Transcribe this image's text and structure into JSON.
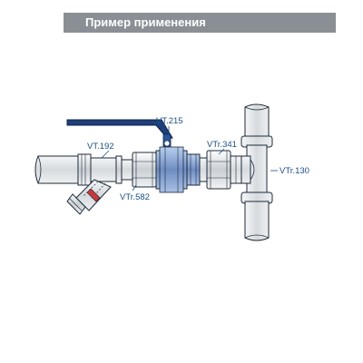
{
  "header": {
    "title": "Пример применения"
  },
  "labels": {
    "vt215": "VT.215",
    "vt192": "VT.192",
    "vtr341": "VTr.341",
    "vtr130": "VTr.130",
    "vtr582": "VTr.582"
  },
  "colors": {
    "header_bg": "#8a8f95",
    "label": "#1a4f86",
    "outline": "#1e2a3a",
    "pipe_fill": "#dfe3e6",
    "valve_body": "#7f99c9",
    "valve_highlight": "#b8d0ee",
    "handle": "#1e3f7a"
  },
  "icons": [
    "strainer-icon",
    "ball-valve-icon",
    "union-fitting-icon",
    "press-tee-icon"
  ]
}
